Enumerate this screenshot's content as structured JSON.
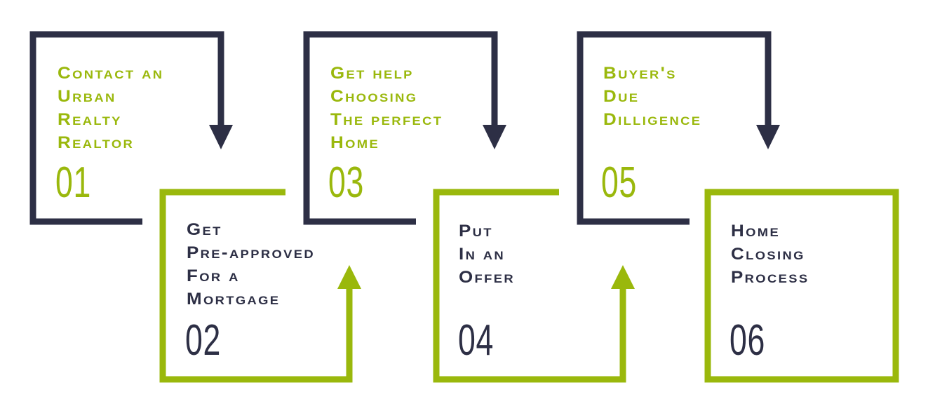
{
  "colors": {
    "dark": "#2d2f45",
    "green": "#9ab80c"
  },
  "steps": [
    {
      "number": "01",
      "lines": [
        "Contact an",
        "Urban",
        "Realty",
        "Realtor"
      ]
    },
    {
      "number": "02",
      "lines": [
        "Get",
        "Pre-Approved",
        "for a",
        "Mortgage"
      ]
    },
    {
      "number": "03",
      "lines": [
        "Get help",
        "choosing",
        "the perfect",
        "home"
      ]
    },
    {
      "number": "04",
      "lines": [
        "Put",
        "in an",
        "offer"
      ]
    },
    {
      "number": "05",
      "lines": [
        "Buyer's",
        "Due",
        "Dilligence"
      ]
    },
    {
      "number": "06",
      "lines": [
        "Home",
        "closing",
        "process"
      ]
    }
  ]
}
